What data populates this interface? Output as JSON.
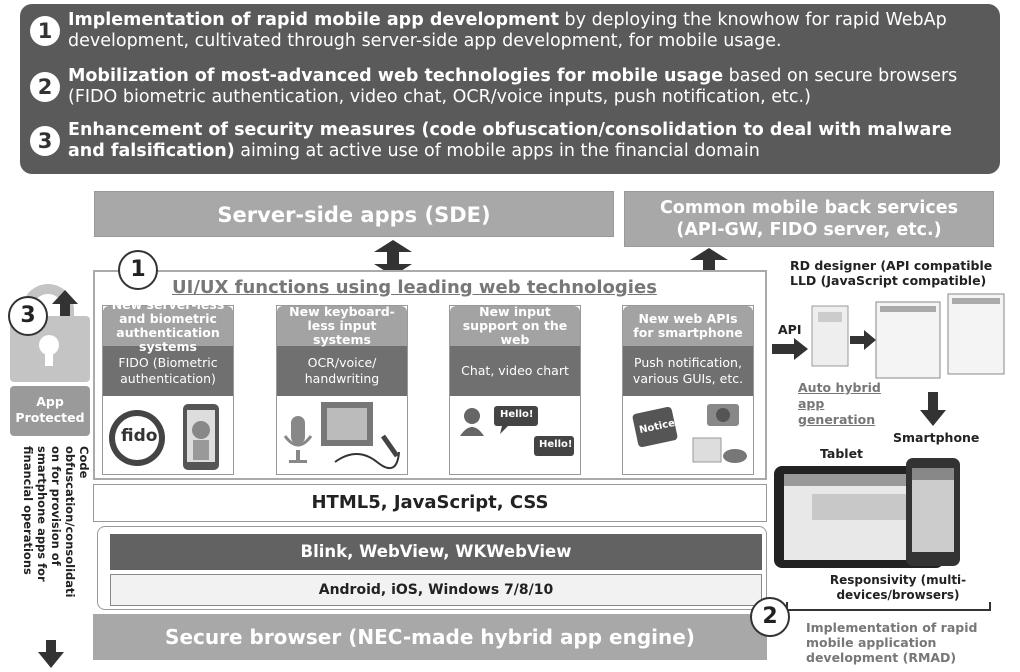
{
  "banner": {
    "items": [
      {
        "num": "1",
        "bold": "Implementation of rapid mobile app development",
        "rest": " by deploying the knowhow for rapid WebAp development, cultivated through server-side app development, for mobile usage."
      },
      {
        "num": "2",
        "bold": "Mobilization of most-advanced web technologies for mobile usage",
        "rest": " based on secure browsers (FIDO biometric authentication, video chat, OCR/voice inputs, push notification, etc.)"
      },
      {
        "num": "3",
        "bold": "Enhancement of security measures (code obfuscation/consolidation to deal with malware and falsification)",
        "rest": " aiming at active use of mobile apps in the financial domain"
      }
    ]
  },
  "sde": "Server-side apps (SDE)",
  "back_services": {
    "line1": "Common mobile back services",
    "line2": "(API-GW, FIDO server, etc.)"
  },
  "uiux": {
    "num": "1",
    "title": "UI/UX functions using leading web technologies",
    "columns": [
      {
        "head": "New server-less and biometric authentication systems",
        "mid": "FIDO (Biometric authentication)",
        "pic_text": "fido"
      },
      {
        "head": "New keyboard-less input systems",
        "mid": "OCR/voice/ handwriting",
        "pic_text": ""
      },
      {
        "head": "New input support on the web",
        "mid": "Chat, video chart",
        "pic_text": "Hello!"
      },
      {
        "head": "New web APIs for smartphone",
        "mid": "Push notification, various GUIs, etc.",
        "pic_text": "Notice!"
      }
    ]
  },
  "html5": "HTML5, JavaScript, CSS",
  "blink": "Blink, WebView, WKWebView",
  "android": "Android, iOS, Windows 7/8/10",
  "secure_browser": "Secure browser (NEC-made hybrid app engine)",
  "left": {
    "num": "3",
    "app_protected": "App Protected",
    "vertical_text": [
      "Code",
      "obfuscation/consolidati",
      "on for provision of",
      "smartphone apps for",
      "financial operations"
    ]
  },
  "right": {
    "rd_designer": "RD designer (API compatible LLD (JavaScript compatible)",
    "api": "API",
    "auto_hybrid": "Auto hybrid app generation",
    "smartphone": "Smartphone",
    "tablet": "Tablet",
    "responsivity": "Responsivity (multi-devices/browsers)",
    "num": "2",
    "rmad": "Implementation of rapid mobile application development (RMAD)"
  },
  "colors": {
    "banner": "#5a5a5a",
    "gray": "#a8a8a8",
    "dark": "#626262"
  }
}
